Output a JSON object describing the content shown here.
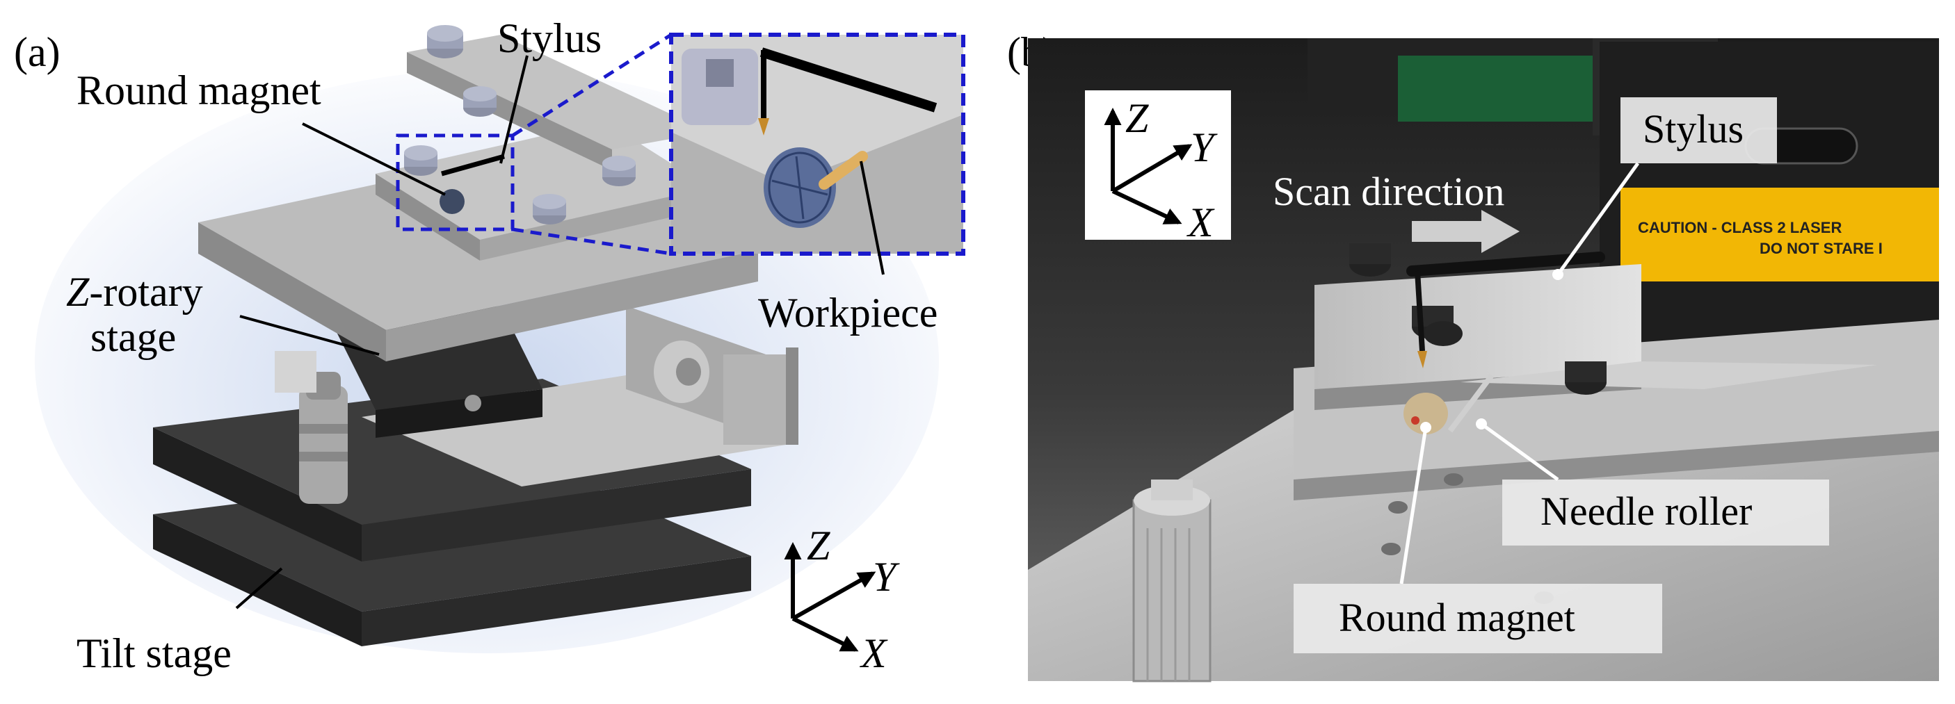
{
  "panel_a": {
    "label": "(a)",
    "labels": {
      "stylus": "Stylus",
      "round_magnet": "Round magnet",
      "z_rotary_italic": "Z",
      "z_rotary_rest": "-rotary",
      "z_rotary_line2": "stage",
      "workpiece": "Workpiece",
      "tilt_stage": "Tilt stage"
    },
    "axes": {
      "z": "Z",
      "y": "Y",
      "x": "X"
    }
  },
  "panel_b": {
    "label": "(b)",
    "labels": {
      "stylus": "Stylus",
      "scan_direction": "Scan direction",
      "needle_roller": "Needle roller",
      "round_magnet": "Round magnet",
      "caution_line1": "CAUTION  -  CLASS 2 LASER",
      "caution_line2": "DO NOT STARE I"
    },
    "axes": {
      "z": "Z",
      "y": "Y",
      "x": "X"
    }
  },
  "colors": {
    "inset_border": "#1a1acc",
    "sensor_yellow": "#f2b705",
    "plate_gray": "#b9b9b9",
    "dark_plate": "#2b2b2b"
  }
}
